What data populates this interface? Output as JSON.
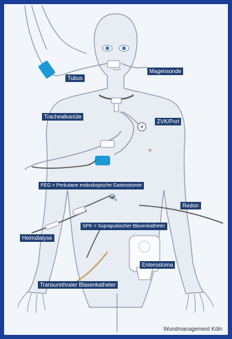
{
  "labels": {
    "tubus": "Tubus",
    "magensonde": "Magensonde",
    "trachealkanuele": "Trachealkanüle",
    "zvk_port": "ZVK/Port",
    "peg": "PEG = Perkutane endoskopische Gastrostomie",
    "redon": "Redon",
    "spk": "SPK = Suprapubischer Blasenkatheter",
    "heimdialyse": "Heimdialyse",
    "enterostoma": "Enterostoma",
    "transurethraler": "Transurethraler Blasenkatheter"
  },
  "credit": "Wundmanagement Köln",
  "colors": {
    "border": "#1b3f96",
    "label_bg": "#1f3f73",
    "body_outline": "#9aa4b2",
    "tube_blue": "#1a9ad6"
  }
}
